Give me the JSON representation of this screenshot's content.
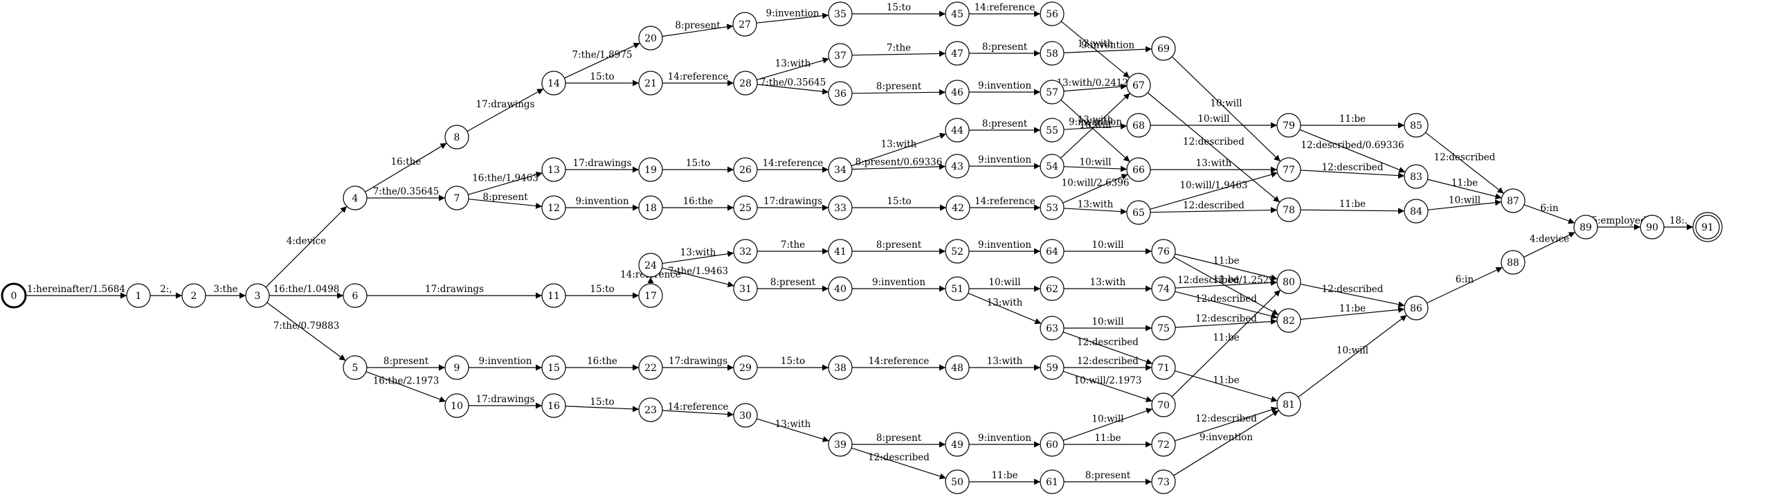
{
  "graph": {
    "type": "weighted-finite-state-transducer-lattice",
    "start_state": "0",
    "final_state": "91",
    "states": [
      "0",
      "1",
      "2",
      "3",
      "4",
      "5",
      "6",
      "7",
      "8",
      "9",
      "10",
      "11",
      "12",
      "13",
      "14",
      "15",
      "16",
      "17",
      "18",
      "19",
      "20",
      "21",
      "22",
      "23",
      "24",
      "25",
      "26",
      "27",
      "28",
      "29",
      "30",
      "31",
      "32",
      "33",
      "34",
      "35",
      "36",
      "37",
      "38",
      "39",
      "40",
      "41",
      "42",
      "43",
      "44",
      "45",
      "46",
      "47",
      "48",
      "49",
      "50",
      "51",
      "52",
      "53",
      "54",
      "55",
      "56",
      "57",
      "58",
      "59",
      "60",
      "61",
      "62",
      "63",
      "64",
      "65",
      "66",
      "67",
      "68",
      "69",
      "70",
      "71",
      "72",
      "73",
      "74",
      "75",
      "76",
      "77",
      "78",
      "79",
      "80",
      "81",
      "82",
      "83",
      "84",
      "85",
      "86",
      "87",
      "88",
      "89",
      "90",
      "91"
    ],
    "edges": [
      {
        "from": "0",
        "to": "1",
        "label": "1:hereinafter/1.5684"
      },
      {
        "from": "1",
        "to": "2",
        "label": "2:,"
      },
      {
        "from": "2",
        "to": "3",
        "label": "3:the"
      },
      {
        "from": "3",
        "to": "4",
        "label": "4:device"
      },
      {
        "from": "3",
        "to": "6",
        "label": "16:the/1.0498"
      },
      {
        "from": "3",
        "to": "5",
        "label": "7:the/0.79883"
      },
      {
        "from": "4",
        "to": "8",
        "label": "16:the"
      },
      {
        "from": "4",
        "to": "7",
        "label": "7:the/0.35645"
      },
      {
        "from": "8",
        "to": "14",
        "label": "17:drawings"
      },
      {
        "from": "14",
        "to": "20",
        "label": "7:the/1.8975"
      },
      {
        "from": "14",
        "to": "21",
        "label": "15:to"
      },
      {
        "from": "20",
        "to": "27",
        "label": "8:present"
      },
      {
        "from": "27",
        "to": "35",
        "label": "9:invention"
      },
      {
        "from": "35",
        "to": "45",
        "label": "15:to"
      },
      {
        "from": "45",
        "to": "56",
        "label": "14:reference"
      },
      {
        "from": "56",
        "to": "67",
        "label": "13:with"
      },
      {
        "from": "21",
        "to": "28",
        "label": "14:reference"
      },
      {
        "from": "28",
        "to": "37",
        "label": "13:with"
      },
      {
        "from": "28",
        "to": "36",
        "label": "7:the/0.35645"
      },
      {
        "from": "37",
        "to": "47",
        "label": "7:the"
      },
      {
        "from": "47",
        "to": "58",
        "label": "8:present"
      },
      {
        "from": "58",
        "to": "69",
        "label": "9:invention"
      },
      {
        "from": "69",
        "to": "77",
        "label": "10:will"
      },
      {
        "from": "36",
        "to": "46",
        "label": "8:present"
      },
      {
        "from": "46",
        "to": "57",
        "label": "9:invention"
      },
      {
        "from": "57",
        "to": "67",
        "label": "13:with/0.24121"
      },
      {
        "from": "57",
        "to": "66",
        "label": "10:will"
      },
      {
        "from": "67",
        "to": "78",
        "label": "12:described"
      },
      {
        "from": "7",
        "to": "13",
        "label": "16:the/1.9463"
      },
      {
        "from": "7",
        "to": "12",
        "label": "8:present"
      },
      {
        "from": "13",
        "to": "19",
        "label": "17:drawings"
      },
      {
        "from": "19",
        "to": "26",
        "label": "15:to"
      },
      {
        "from": "26",
        "to": "34",
        "label": "14:reference"
      },
      {
        "from": "34",
        "to": "44",
        "label": "13:with"
      },
      {
        "from": "34",
        "to": "43",
        "label": "8:present/0.69336"
      },
      {
        "from": "44",
        "to": "55",
        "label": "8:present"
      },
      {
        "from": "55",
        "to": "68",
        "label": "9:invention"
      },
      {
        "from": "68",
        "to": "79",
        "label": "10:will"
      },
      {
        "from": "79",
        "to": "85",
        "label": "11:be"
      },
      {
        "from": "79",
        "to": "83",
        "label": "12:described/0.69336"
      },
      {
        "from": "85",
        "to": "87",
        "label": "12:described"
      },
      {
        "from": "43",
        "to": "54",
        "label": "9:invention"
      },
      {
        "from": "54",
        "to": "67",
        "label": "13:with"
      },
      {
        "from": "54",
        "to": "66",
        "label": "10:will"
      },
      {
        "from": "66",
        "to": "77",
        "label": "13:with"
      },
      {
        "from": "77",
        "to": "83",
        "label": "12:described"
      },
      {
        "from": "83",
        "to": "87",
        "label": "11:be"
      },
      {
        "from": "12",
        "to": "18",
        "label": "9:invention"
      },
      {
        "from": "18",
        "to": "25",
        "label": "16:the"
      },
      {
        "from": "25",
        "to": "33",
        "label": "17:drawings"
      },
      {
        "from": "33",
        "to": "42",
        "label": "15:to"
      },
      {
        "from": "42",
        "to": "53",
        "label": "14:reference"
      },
      {
        "from": "53",
        "to": "66",
        "label": "10:will/2.6396"
      },
      {
        "from": "53",
        "to": "65",
        "label": "13:with"
      },
      {
        "from": "65",
        "to": "77",
        "label": "10:will/1.9463"
      },
      {
        "from": "65",
        "to": "78",
        "label": "12:described"
      },
      {
        "from": "78",
        "to": "84",
        "label": "11:be"
      },
      {
        "from": "84",
        "to": "87",
        "label": "10:will"
      },
      {
        "from": "87",
        "to": "89",
        "label": "6:in"
      },
      {
        "from": "6",
        "to": "11",
        "label": "17:drawings"
      },
      {
        "from": "11",
        "to": "17",
        "label": "15:to"
      },
      {
        "from": "17",
        "to": "24",
        "label": "14:reference"
      },
      {
        "from": "24",
        "to": "32",
        "label": "13:with"
      },
      {
        "from": "24",
        "to": "31",
        "label": "7:the/1.9463"
      },
      {
        "from": "32",
        "to": "41",
        "label": "7:the"
      },
      {
        "from": "41",
        "to": "52",
        "label": "8:present"
      },
      {
        "from": "52",
        "to": "64",
        "label": "9:invention"
      },
      {
        "from": "64",
        "to": "76",
        "label": "10:will"
      },
      {
        "from": "76",
        "to": "80",
        "label": "11:be"
      },
      {
        "from": "76",
        "to": "82",
        "label": "12:described/1.2529"
      },
      {
        "from": "80",
        "to": "86",
        "label": "12:described"
      },
      {
        "from": "82",
        "to": "86",
        "label": "11:be"
      },
      {
        "from": "31",
        "to": "40",
        "label": "8:present"
      },
      {
        "from": "40",
        "to": "51",
        "label": "9:invention"
      },
      {
        "from": "51",
        "to": "62",
        "label": "10:will"
      },
      {
        "from": "51",
        "to": "63",
        "label": "13:with"
      },
      {
        "from": "62",
        "to": "74",
        "label": "13:with"
      },
      {
        "from": "74",
        "to": "80",
        "label": "11:be"
      },
      {
        "from": "74",
        "to": "82",
        "label": "12:described"
      },
      {
        "from": "63",
        "to": "75",
        "label": "10:will"
      },
      {
        "from": "63",
        "to": "71",
        "label": "12:described"
      },
      {
        "from": "75",
        "to": "82",
        "label": "12:described"
      },
      {
        "from": "71",
        "to": "81",
        "label": "11:be"
      },
      {
        "from": "86",
        "to": "88",
        "label": "6:in"
      },
      {
        "from": "88",
        "to": "89",
        "label": "4:device"
      },
      {
        "from": "89",
        "to": "90",
        "label": "5:employed"
      },
      {
        "from": "90",
        "to": "91",
        "label": "18:."
      },
      {
        "from": "5",
        "to": "9",
        "label": "8:present"
      },
      {
        "from": "5",
        "to": "10",
        "label": "16:the/2.1973"
      },
      {
        "from": "9",
        "to": "15",
        "label": "9:invention"
      },
      {
        "from": "15",
        "to": "22",
        "label": "16:the"
      },
      {
        "from": "22",
        "to": "29",
        "label": "17:drawings"
      },
      {
        "from": "29",
        "to": "38",
        "label": "15:to"
      },
      {
        "from": "38",
        "to": "48",
        "label": "14:reference"
      },
      {
        "from": "48",
        "to": "59",
        "label": "13:with"
      },
      {
        "from": "59",
        "to": "71",
        "label": "12:described"
      },
      {
        "from": "59",
        "to": "70",
        "label": "10:will/2.1973"
      },
      {
        "from": "70",
        "to": "80",
        "label": "11:be"
      },
      {
        "from": "10",
        "to": "16",
        "label": "17:drawings"
      },
      {
        "from": "16",
        "to": "23",
        "label": "15:to"
      },
      {
        "from": "23",
        "to": "30",
        "label": "14:reference"
      },
      {
        "from": "30",
        "to": "39",
        "label": "13:with"
      },
      {
        "from": "39",
        "to": "49",
        "label": "8:present"
      },
      {
        "from": "39",
        "to": "50",
        "label": "12:described"
      },
      {
        "from": "49",
        "to": "60",
        "label": "9:invention"
      },
      {
        "from": "60",
        "to": "70",
        "label": "10:will"
      },
      {
        "from": "60",
        "to": "72",
        "label": "11:be"
      },
      {
        "from": "72",
        "to": "81",
        "label": "12:described"
      },
      {
        "from": "50",
        "to": "61",
        "label": "11:be"
      },
      {
        "from": "61",
        "to": "73",
        "label": "8:present"
      },
      {
        "from": "73",
        "to": "81",
        "label": "9:invention"
      },
      {
        "from": "81",
        "to": "86",
        "label": "10:will"
      }
    ]
  }
}
